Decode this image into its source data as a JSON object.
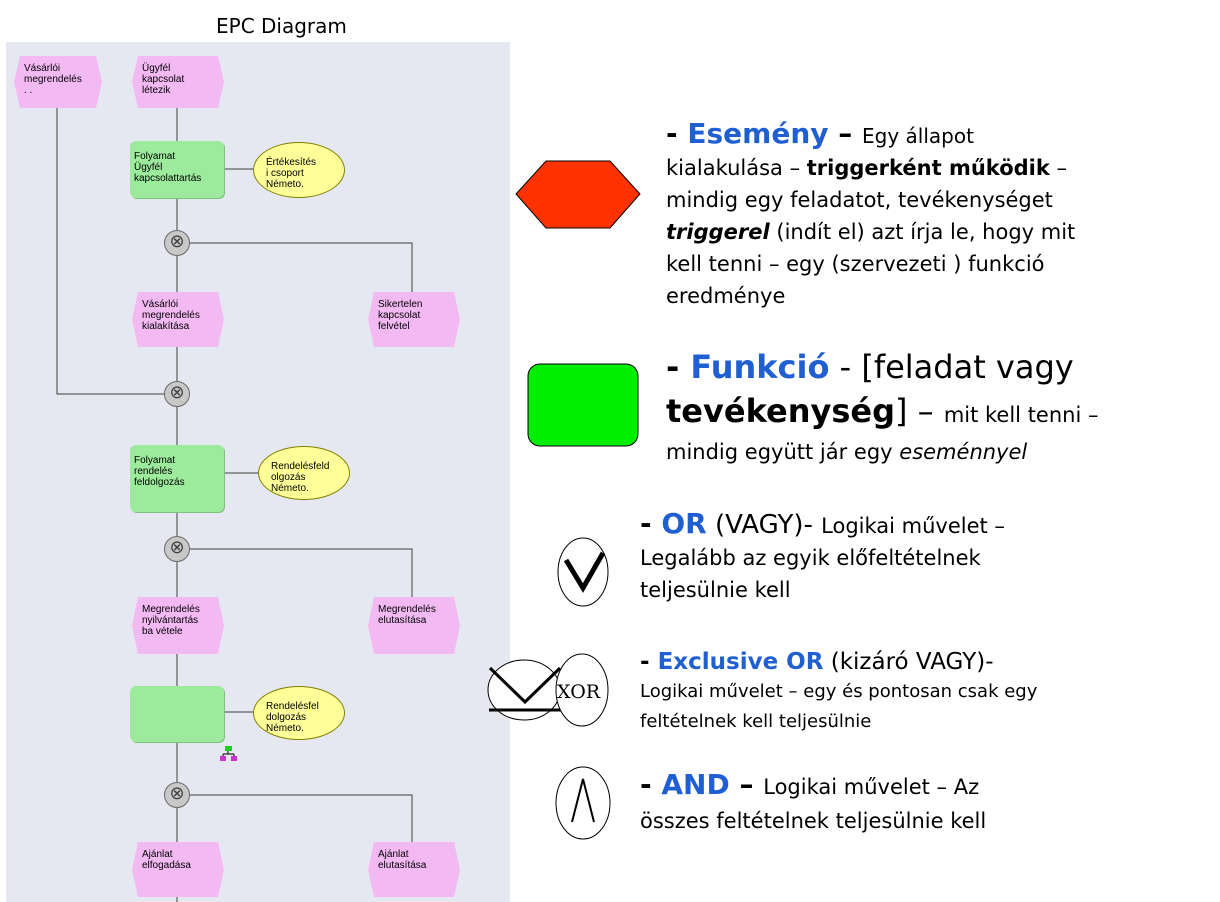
{
  "title": "EPC Diagram",
  "diagram": {
    "events": [
      {
        "id": "e1",
        "lines": [
          "Vásárlói",
          "megrendelés",
          ". ."
        ]
      },
      {
        "id": "e2",
        "lines": [
          "Ügyfél",
          "kapcsolat",
          "létezik"
        ]
      },
      {
        "id": "e3",
        "lines": [
          "Vásárlói",
          "megrendelés",
          "kialakítása"
        ]
      },
      {
        "id": "e4",
        "lines": [
          "Sikertelen",
          "kapcsolat",
          "felvétel"
        ]
      },
      {
        "id": "e5",
        "lines": [
          "Megrendelés",
          "nyilvántartás",
          "ba vétele"
        ]
      },
      {
        "id": "e6",
        "lines": [
          "Megrendelés",
          "elutasítása"
        ]
      },
      {
        "id": "e7",
        "lines": [
          "Ajánlat",
          "elfogadása"
        ]
      },
      {
        "id": "e8",
        "lines": [
          "Ajánlat",
          "elutasítása"
        ]
      }
    ],
    "functions": [
      {
        "id": "f1",
        "lines": [
          "Folyamat",
          "Ügyfél",
          "kapcsolattartás"
        ]
      },
      {
        "id": "f2",
        "lines": [
          "Folyamat",
          "rendelés",
          "feldolgozás"
        ]
      },
      {
        "id": "f3",
        "lines": []
      }
    ],
    "org_units": [
      {
        "id": "o1",
        "lines": [
          "Értékesítés",
          "i csoport",
          "Németo."
        ]
      },
      {
        "id": "o2",
        "lines": [
          "Rendelésfeld",
          "olgozás",
          "Németo."
        ]
      },
      {
        "id": "o3",
        "lines": [
          "Rendelésfel",
          "dolgozás",
          "Németo."
        ]
      }
    ],
    "connector_symbol": "⊗"
  },
  "legend": {
    "event": {
      "dash": "- ",
      "keyword": "Esemény",
      "sep": " – ",
      "t1": "Egy állapot",
      "t2": "kialakulása – ",
      "t2b": "triggerként működik",
      "t2c": " –",
      "t3": "mindig egy feladatot, tevékenységet",
      "t4a": "triggerel",
      "t4b": " (indít el) azt írja le, hogy mit",
      "t5": "kell tenni – egy (szervezeti ) funkció",
      "t6": "eredménye"
    },
    "function": {
      "dash": "- ",
      "keyword": "Funkció",
      "t1": " - [feladat vagy",
      "t2b": "tevékenység",
      "t2c": "] – ",
      "t2d": "mit kell tenni –",
      "t3a": "mindig együtt jár egy ",
      "t3b": "eseménnyel"
    },
    "or": {
      "dash": "- ",
      "keyword": "OR",
      "t1": " (VAGY)- ",
      "t1b": "Logikai művelet –",
      "t2": "Legalább az egyik előfeltételnek",
      "t3": "teljesülnie kell"
    },
    "xor": {
      "dash": "- ",
      "keyword": "Exclusive OR",
      "t1": " (kizáró VAGY)-",
      "t2": "Logikai művelet – egy és pontosan csak egy",
      "t3": "feltételnek kell teljesülnie",
      "symbol_label": "XOR"
    },
    "and": {
      "dash": "- ",
      "keyword": "AND",
      "t1": " – ",
      "t1b": "Logikai művelet – Az",
      "t2": "összes feltételnek teljesülnie kell"
    }
  },
  "colors": {
    "event_fill": "#f3b9f3",
    "function_fill": "#9ceb9c",
    "org_fill": "#ffff99",
    "legend_event": "#ff3300",
    "legend_function": "#00ee00",
    "keyword": "#1f5fd1",
    "panel_bg": "#e6e8f1"
  }
}
